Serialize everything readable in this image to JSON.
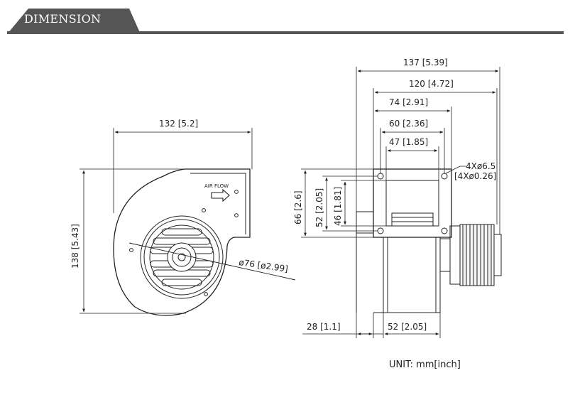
{
  "header": {
    "title": "DIMENSION"
  },
  "front_view": {
    "width_label": "132 [5.2]",
    "height_label": "138 [5.43]",
    "diameter_label": "ø76 [ø2.99]",
    "airflow_label": "AIR FLOW"
  },
  "side_view": {
    "overall_width_label": "137 [5.39]",
    "width_120_label": "120 [4.72]",
    "width_74_label": "74 [2.91]",
    "width_60_label": "60 [2.36]",
    "width_47_label": "47 [1.85]",
    "hole_label_mm": "4Xø6.5",
    "hole_label_inch": "[4Xø0.26]",
    "height_66_label": "66 [2.6]",
    "height_52_label": "52 [2.05]",
    "height_46_label": "46 [1.81]",
    "bottom_28_label": "28 [1.1]",
    "bottom_52_label": "52 [2.05]"
  },
  "footer": {
    "unit_label": "UNIT: mm[inch]"
  },
  "colors": {
    "header_bar": "#555555",
    "line": "#222222",
    "background": "#ffffff"
  }
}
